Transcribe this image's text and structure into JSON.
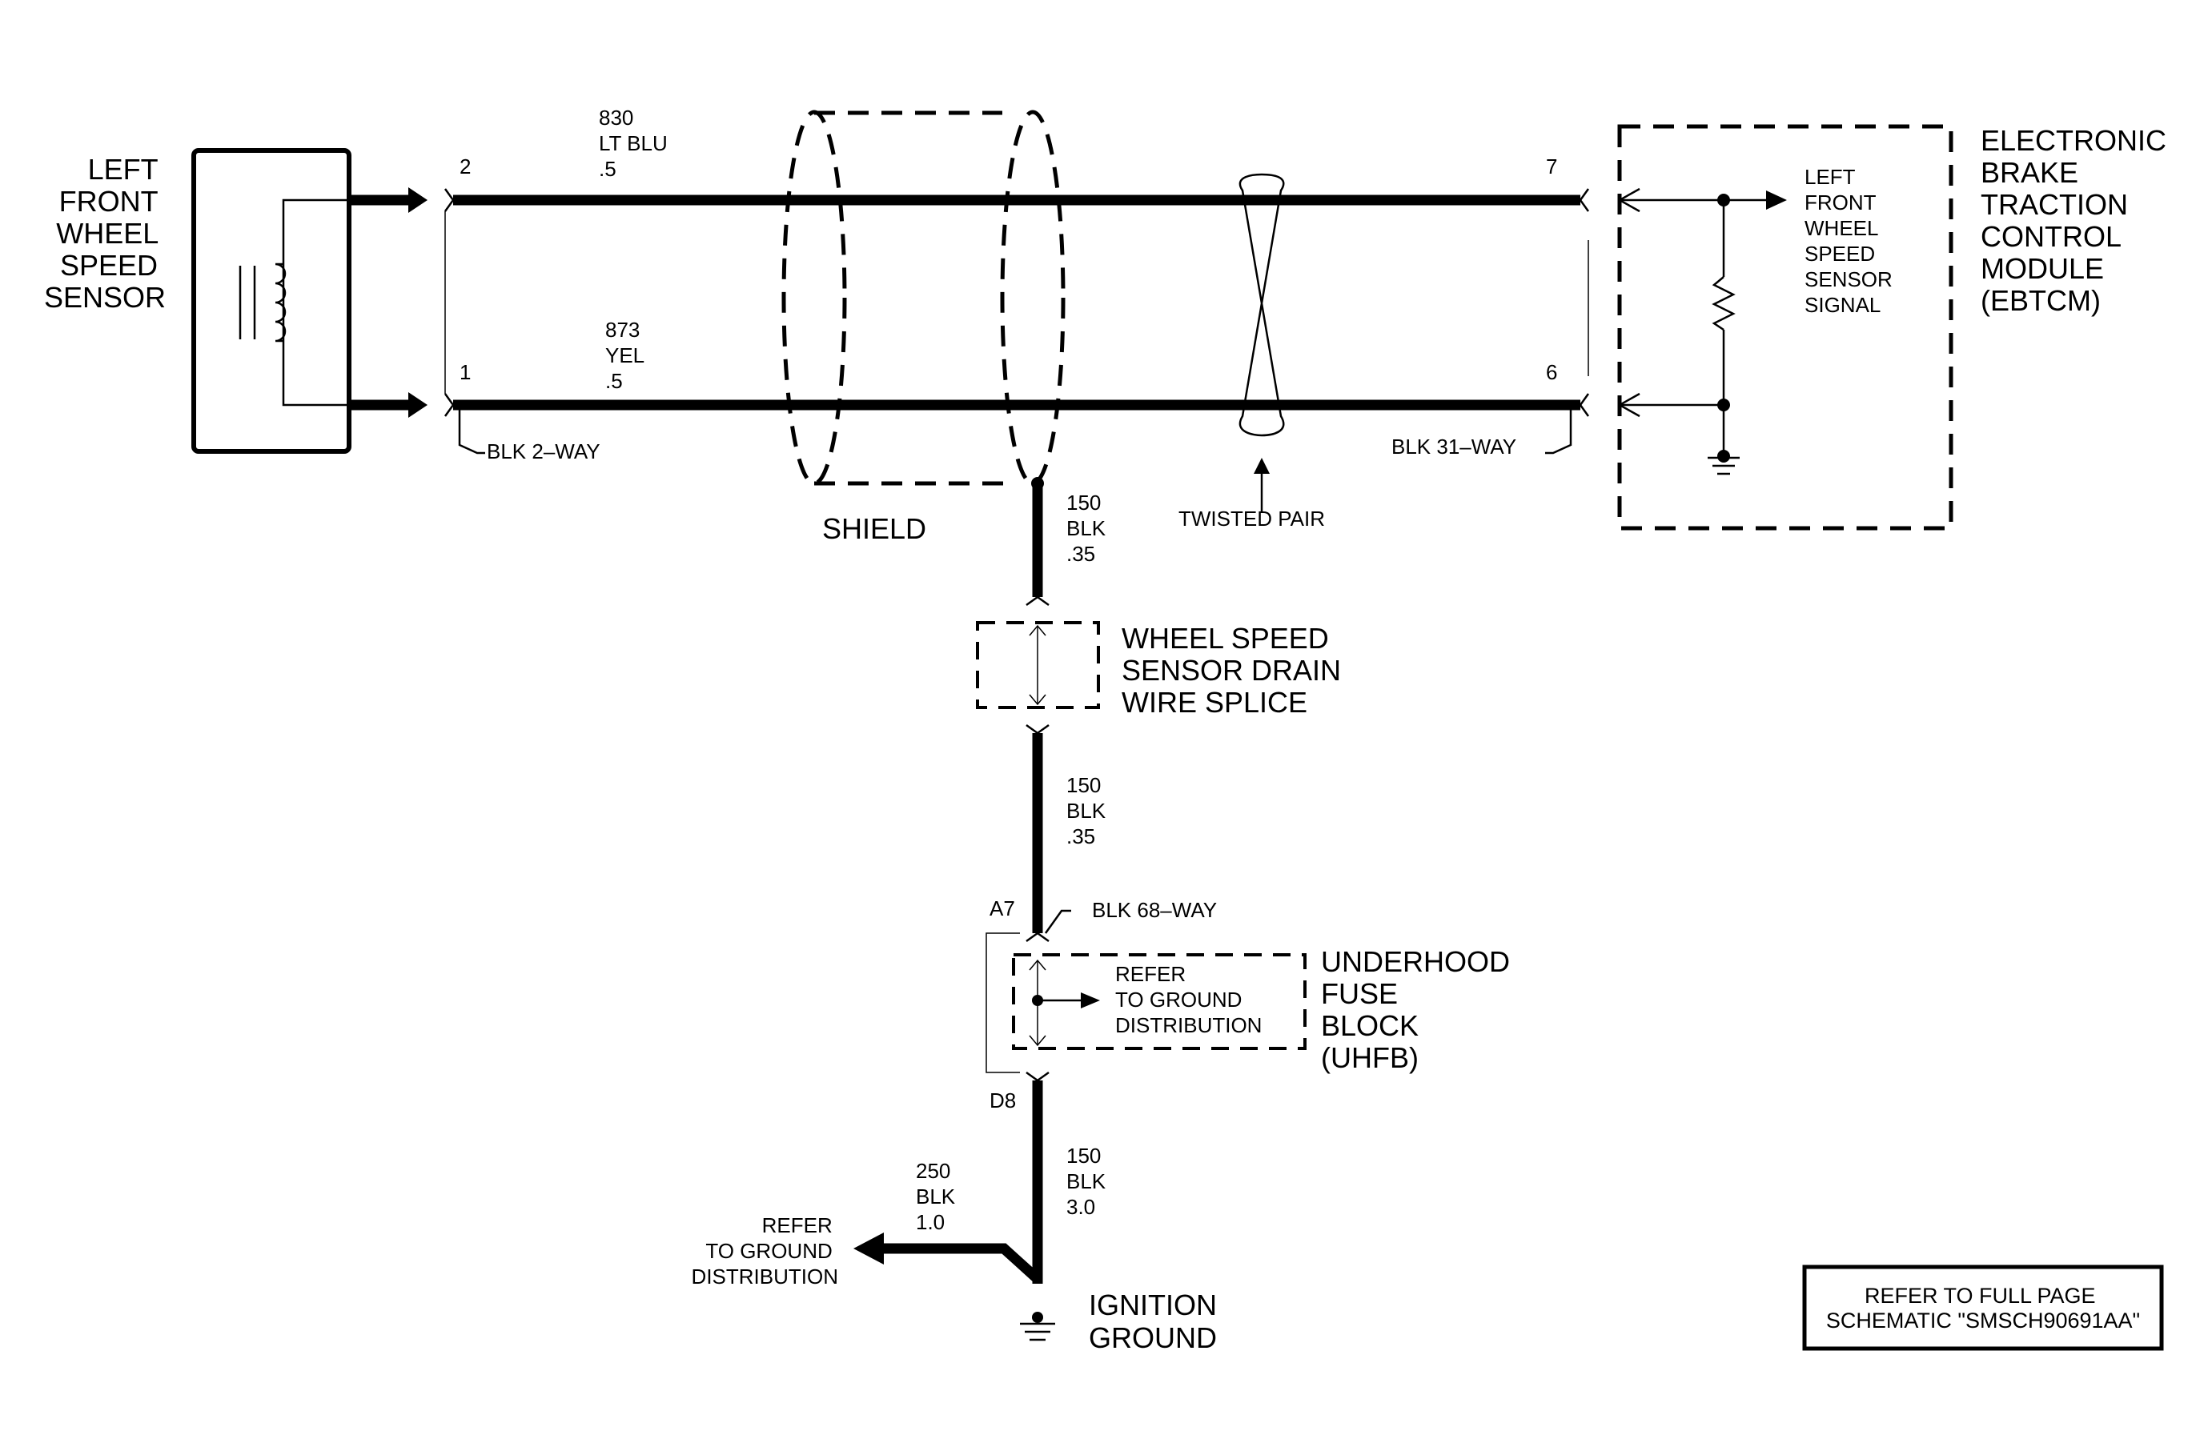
{
  "sensor": {
    "name_lines": [
      "LEFT",
      "FRONT",
      "WHEEL",
      "SPEED",
      "SENSOR"
    ]
  },
  "wire_830": {
    "circuit": "830",
    "color": "LT BLU",
    "gauge": ".5"
  },
  "wire_873": {
    "circuit": "873",
    "color": "YEL",
    "gauge": ".5"
  },
  "pins": {
    "sensor_top": "2",
    "sensor_bottom": "1",
    "module_top": "7",
    "module_bottom": "6",
    "fuse_top": "A7",
    "fuse_bottom": "D8"
  },
  "connectors": {
    "sensor": "BLK 2–WAY",
    "module": "BLK 31–WAY",
    "fuse_block": "BLK 68–WAY"
  },
  "shield": {
    "label": "SHIELD"
  },
  "twisted_pair": {
    "label": "TWISTED PAIR"
  },
  "drain_wire_1": {
    "circuit": "150",
    "color": "BLK",
    "gauge": ".35"
  },
  "drain_wire_2": {
    "circuit": "150",
    "color": "BLK",
    "gauge": ".35"
  },
  "ground_wire": {
    "circuit": "150",
    "color": "BLK",
    "gauge": "3.0"
  },
  "branch_wire": {
    "circuit": "250",
    "color": "BLK",
    "gauge": "1.0"
  },
  "splice": {
    "label_lines": [
      "WHEEL SPEED",
      "SENSOR DRAIN",
      "WIRE SPLICE"
    ]
  },
  "module": {
    "name_lines": [
      "ELECTRONIC",
      "BRAKE",
      "TRACTION",
      "CONTROL",
      "MODULE",
      "(EBTCM)"
    ],
    "signal_lines": [
      "LEFT",
      "FRONT",
      "WHEEL",
      "SPEED",
      "SENSOR",
      "SIGNAL"
    ]
  },
  "fuse_block": {
    "name_lines": [
      "UNDERHOOD",
      "FUSE",
      "BLOCK",
      "(UHFB)"
    ],
    "refer_lines": [
      "REFER",
      "TO GROUND",
      "DISTRIBUTION"
    ]
  },
  "branch_refer": {
    "lines": [
      "REFER",
      "TO GROUND",
      "DISTRIBUTION"
    ]
  },
  "ground": {
    "label_lines": [
      "IGNITION",
      "GROUND"
    ]
  },
  "note": {
    "lines": [
      "REFER TO FULL PAGE",
      "SCHEMATIC \"SMSCH90691AA\""
    ]
  }
}
